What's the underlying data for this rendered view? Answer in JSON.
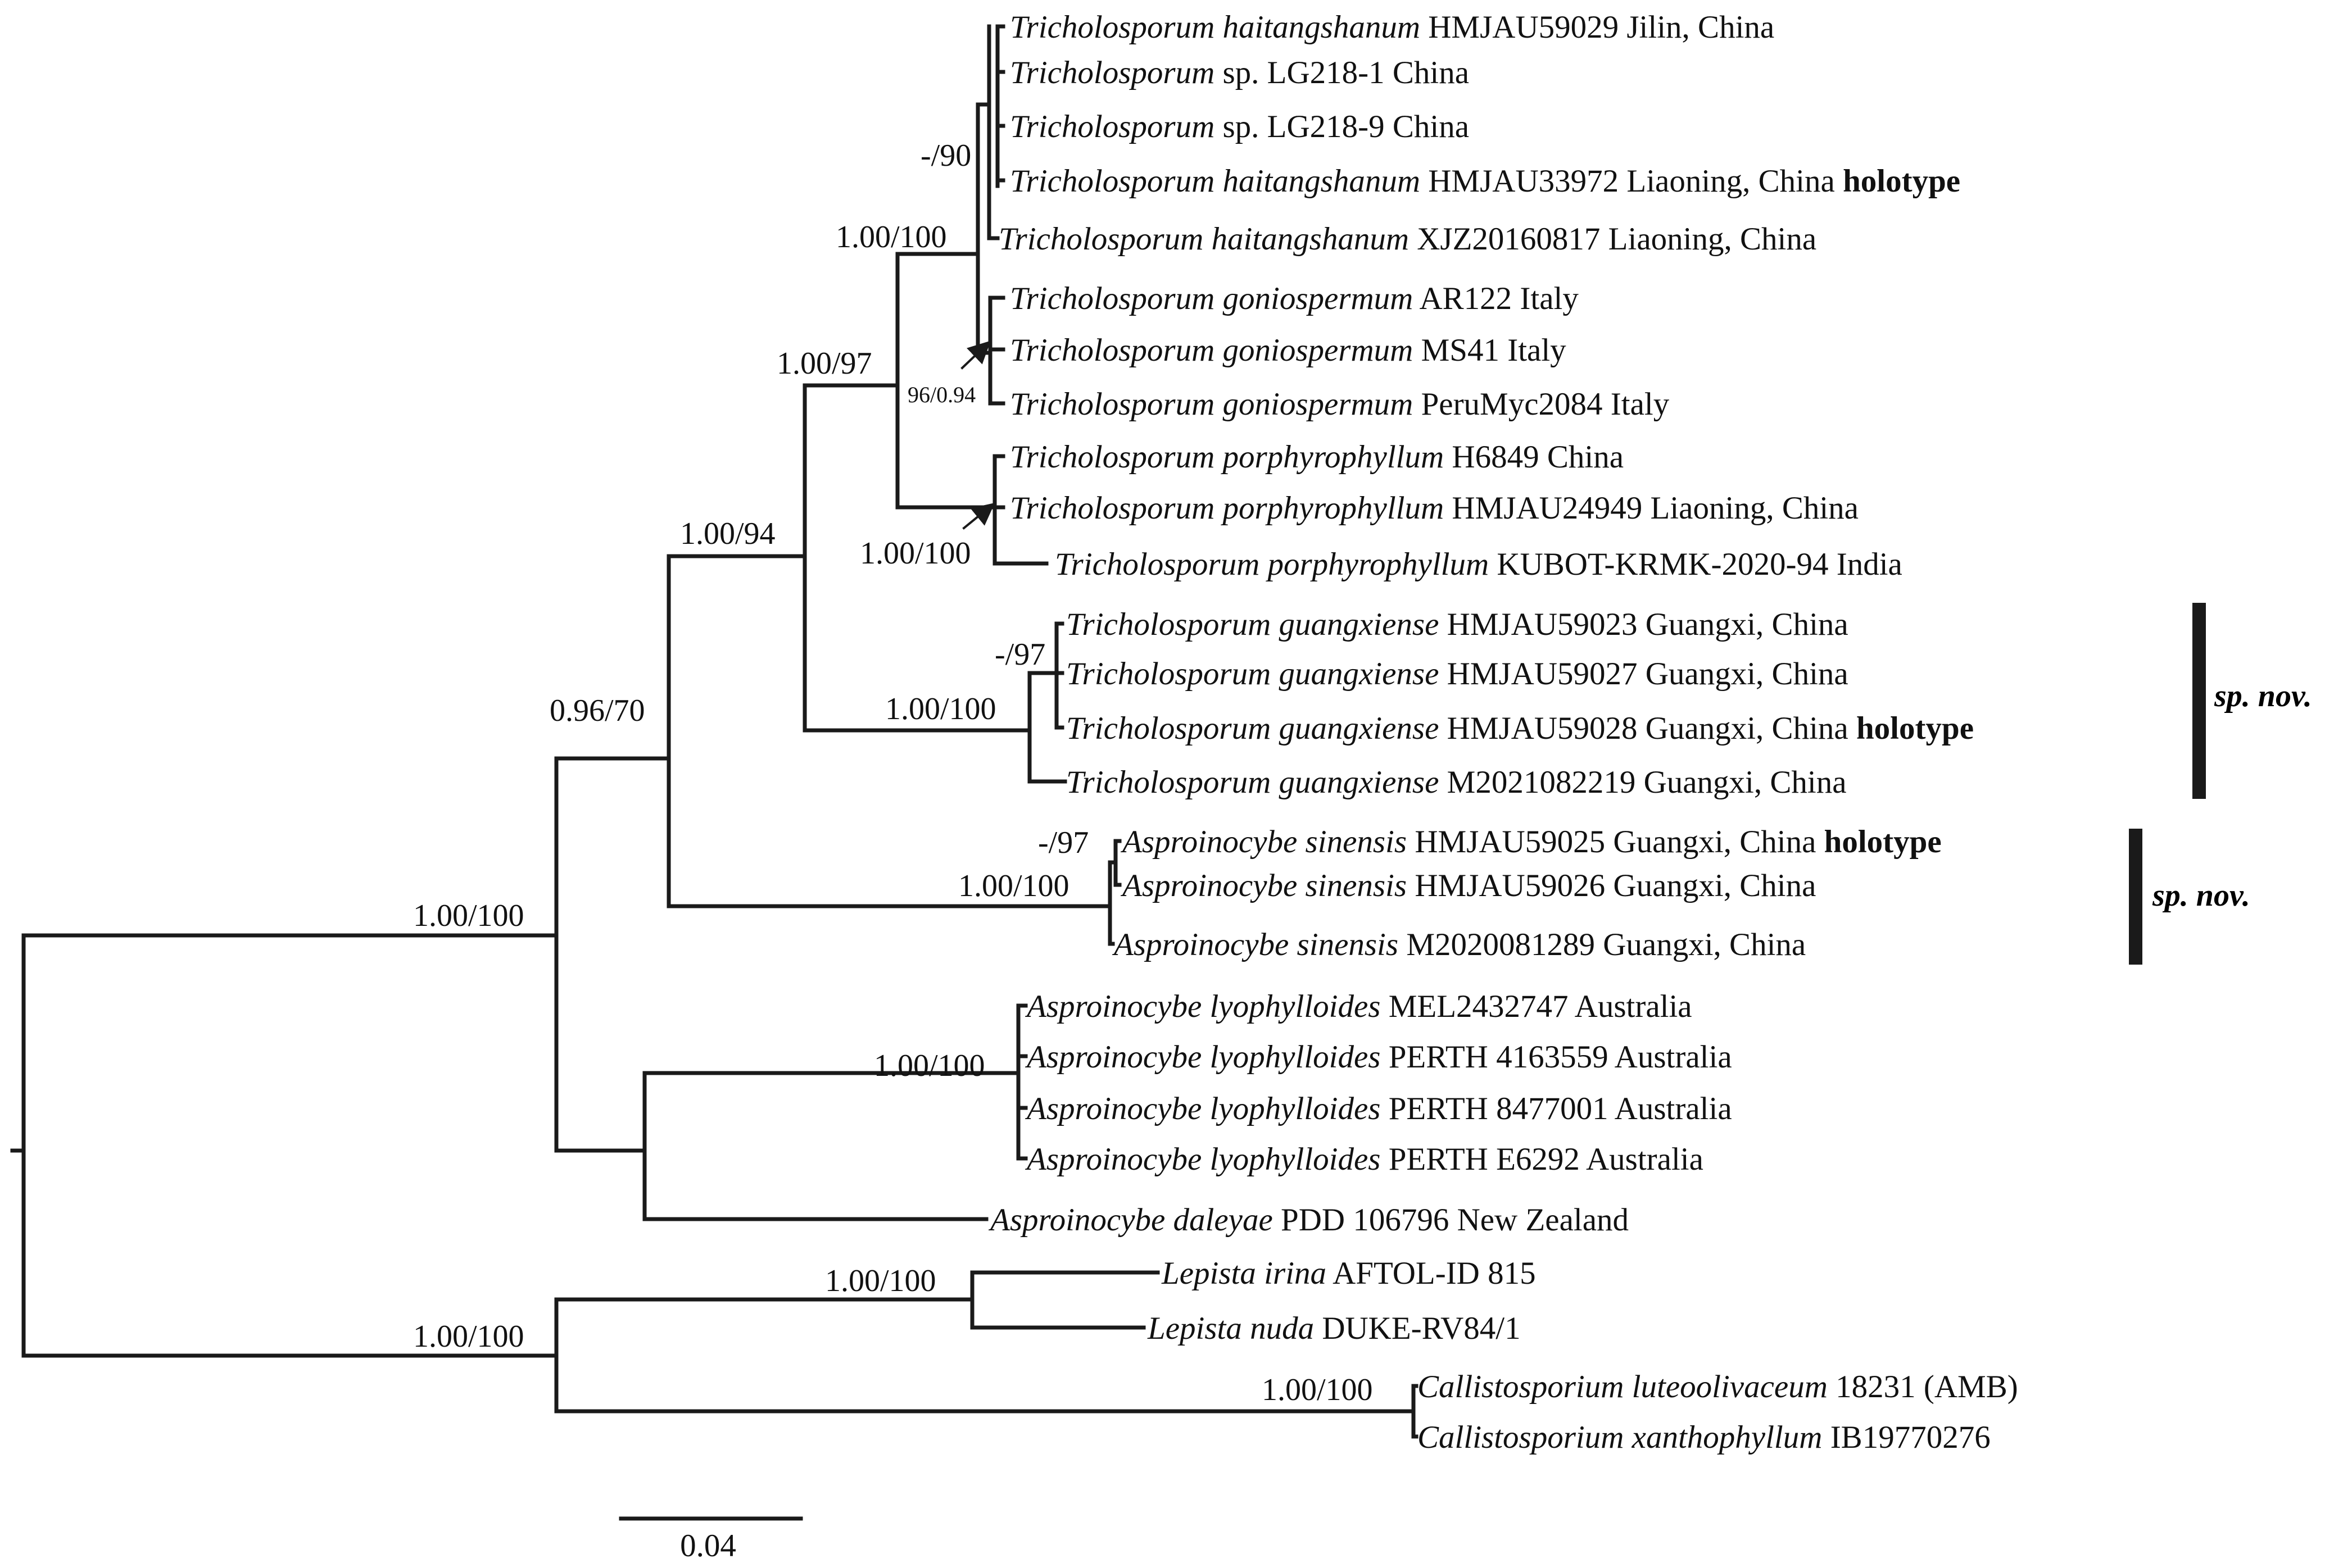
{
  "tips": [
    {
      "id": "t1",
      "name": "Tricholosporum haitangshanum",
      "detail": "HMJAU59029 Jilin, China",
      "tag": ""
    },
    {
      "id": "t2",
      "name": "Tricholosporum",
      "detail": "sp. LG218-1 China",
      "tag": ""
    },
    {
      "id": "t3",
      "name": "Tricholosporum",
      "detail": "sp. LG218-9 China",
      "tag": ""
    },
    {
      "id": "t4",
      "name": "Tricholosporum haitangshanum",
      "detail": "HMJAU33972 Liaoning, China",
      "tag": "holotype"
    },
    {
      "id": "t5",
      "name": "Tricholosporum haitangshanum",
      "detail": "XJZ20160817 Liaoning, China",
      "tag": ""
    },
    {
      "id": "t6",
      "name": "Tricholosporum goniospermum",
      "detail": "AR122 Italy",
      "tag": ""
    },
    {
      "id": "t7",
      "name": "Tricholosporum goniospermum",
      "detail": "MS41 Italy",
      "tag": ""
    },
    {
      "id": "t8",
      "name": "Tricholosporum goniospermum",
      "detail": "PeruMyc2084 Italy",
      "tag": ""
    },
    {
      "id": "t9",
      "name": "Tricholosporum porphyrophyllum",
      "detail": "H6849 China",
      "tag": ""
    },
    {
      "id": "t10",
      "name": "Tricholosporum porphyrophyllum",
      "detail": "HMJAU24949 Liaoning, China",
      "tag": ""
    },
    {
      "id": "t11",
      "name": "Tricholosporum porphyrophyllum",
      "detail": "KUBOT-KRMK-2020-94 India",
      "tag": ""
    },
    {
      "id": "t12",
      "name": "Tricholosporum guangxiense",
      "detail": "HMJAU59023 Guangxi, China",
      "tag": ""
    },
    {
      "id": "t13",
      "name": "Tricholosporum guangxiense",
      "detail": "HMJAU59027 Guangxi, China",
      "tag": ""
    },
    {
      "id": "t14",
      "name": "Tricholosporum guangxiense",
      "detail": "HMJAU59028 Guangxi, China",
      "tag": "holotype"
    },
    {
      "id": "t15",
      "name": "Tricholosporum guangxiense",
      "detail": "M2021082219 Guangxi, China",
      "tag": ""
    },
    {
      "id": "t16",
      "name": "Asproinocybe sinensis",
      "detail": "HMJAU59025 Guangxi, China",
      "tag": "holotype"
    },
    {
      "id": "t17",
      "name": "Asproinocybe sinensis",
      "detail": "HMJAU59026 Guangxi, China",
      "tag": ""
    },
    {
      "id": "t18",
      "name": "Asproinocybe sinensis",
      "detail": "M2020081289 Guangxi, China",
      "tag": ""
    },
    {
      "id": "t19",
      "name": "Asproinocybe lyophylloides",
      "detail": "MEL2432747 Australia",
      "tag": ""
    },
    {
      "id": "t20",
      "name": "Asproinocybe lyophylloides",
      "detail": "PERTH 4163559 Australia",
      "tag": ""
    },
    {
      "id": "t21",
      "name": "Asproinocybe lyophylloides",
      "detail": "PERTH 8477001 Australia",
      "tag": ""
    },
    {
      "id": "t22",
      "name": "Asproinocybe lyophylloides",
      "detail": "PERTH E6292 Australia",
      "tag": ""
    },
    {
      "id": "t23",
      "name": "Asproinocybe daleyae",
      "detail": "PDD 106796 New Zealand",
      "tag": ""
    },
    {
      "id": "t24",
      "name": "Lepista irina",
      "detail": "AFTOL-ID 815",
      "tag": ""
    },
    {
      "id": "t25",
      "name": "Lepista nuda",
      "detail": "DUKE-RV84/1",
      "tag": ""
    },
    {
      "id": "t26",
      "name": "Callistosporium luteoolivaceum",
      "detail": "18231 (AMB)",
      "tag": ""
    },
    {
      "id": "t27",
      "name": "Callistosporium xanthophyllum",
      "detail": "IB19770276",
      "tag": ""
    }
  ],
  "supports": [
    {
      "id": "s1",
      "text": "-/90"
    },
    {
      "id": "s2",
      "text": "1.00/100"
    },
    {
      "id": "s3",
      "text": "96/0.94"
    },
    {
      "id": "s4",
      "text": "1.00/97"
    },
    {
      "id": "s5",
      "text": "1.00/100"
    },
    {
      "id": "s6",
      "text": "1.00/94"
    },
    {
      "id": "s7",
      "text": "-/97"
    },
    {
      "id": "s8",
      "text": "1.00/100"
    },
    {
      "id": "s9",
      "text": "0.96/70"
    },
    {
      "id": "s10",
      "text": "-/97"
    },
    {
      "id": "s11",
      "text": "1.00/100"
    },
    {
      "id": "s12",
      "text": "1.00/100"
    },
    {
      "id": "s13",
      "text": "1.00/100"
    },
    {
      "id": "s14",
      "text": "1.00/100"
    },
    {
      "id": "s15",
      "text": "1.00/100"
    },
    {
      "id": "s16",
      "text": "1.00/100"
    }
  ],
  "brackets": [
    {
      "id": "b1",
      "label": "sp. nov."
    },
    {
      "id": "b2",
      "label": "sp. nov."
    }
  ],
  "scale_bar": {
    "label": "0.04",
    "value": 0.04
  }
}
